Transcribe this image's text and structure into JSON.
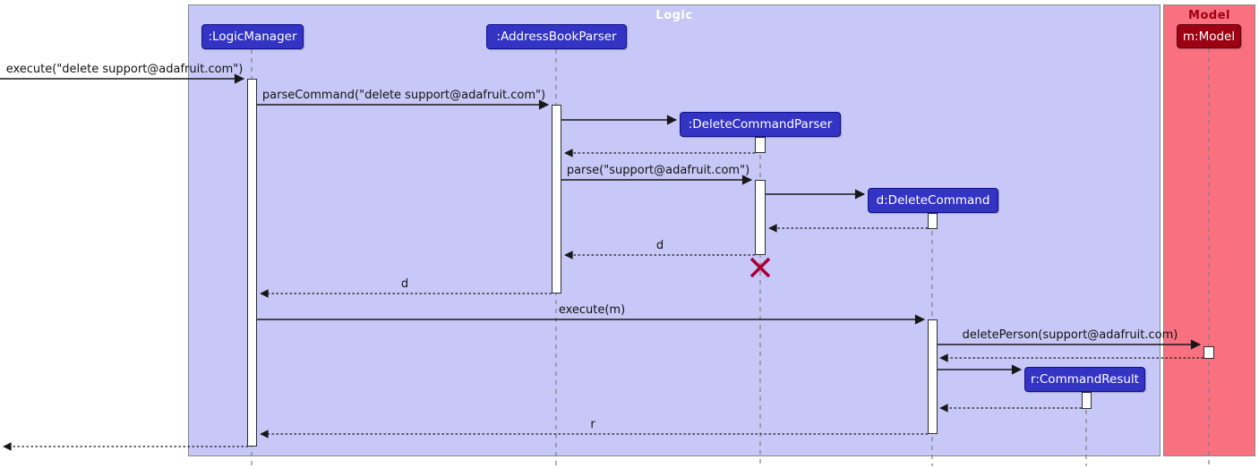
{
  "diagram_type": "uml-sequence-diagram",
  "frames": {
    "logic": {
      "title": "Logic"
    },
    "model": {
      "title": "Model"
    }
  },
  "participants": {
    "logic_manager": {
      "label": ":LogicManager"
    },
    "address_book_parser": {
      "label": ":AddressBookParser"
    },
    "delete_command_parser": {
      "label": ":DeleteCommandParser"
    },
    "delete_command": {
      "label": "d:DeleteCommand"
    },
    "command_result": {
      "label": "r:CommandResult"
    },
    "model": {
      "label": "m:Model"
    }
  },
  "messages": {
    "execute_delete": "execute(\"delete support@adafruit.com\")",
    "parse_command": "parseCommand(\"delete support@adafruit.com\")",
    "parse": "parse(\"support@adafruit.com\")",
    "return_d_to_parser": "d",
    "return_d_to_manager": "d",
    "execute_m": "execute(m)",
    "delete_person": "deletePerson(support@adafruit.com)",
    "return_r": "r"
  },
  "colors": {
    "logic_frame_bg": "#C8C8F8",
    "logic_box": "#3333C4",
    "logic_box_border": "#101086",
    "model_frame_bg": "#F97181",
    "model_box": "#9D0012",
    "model_title_text": "#9D0012",
    "logic_title_text": "#FFFFFF",
    "destroy_x": "#A80036",
    "arrow": "#181818",
    "lifeline": "#888888",
    "activation_fill": "#FFFFFF"
  }
}
